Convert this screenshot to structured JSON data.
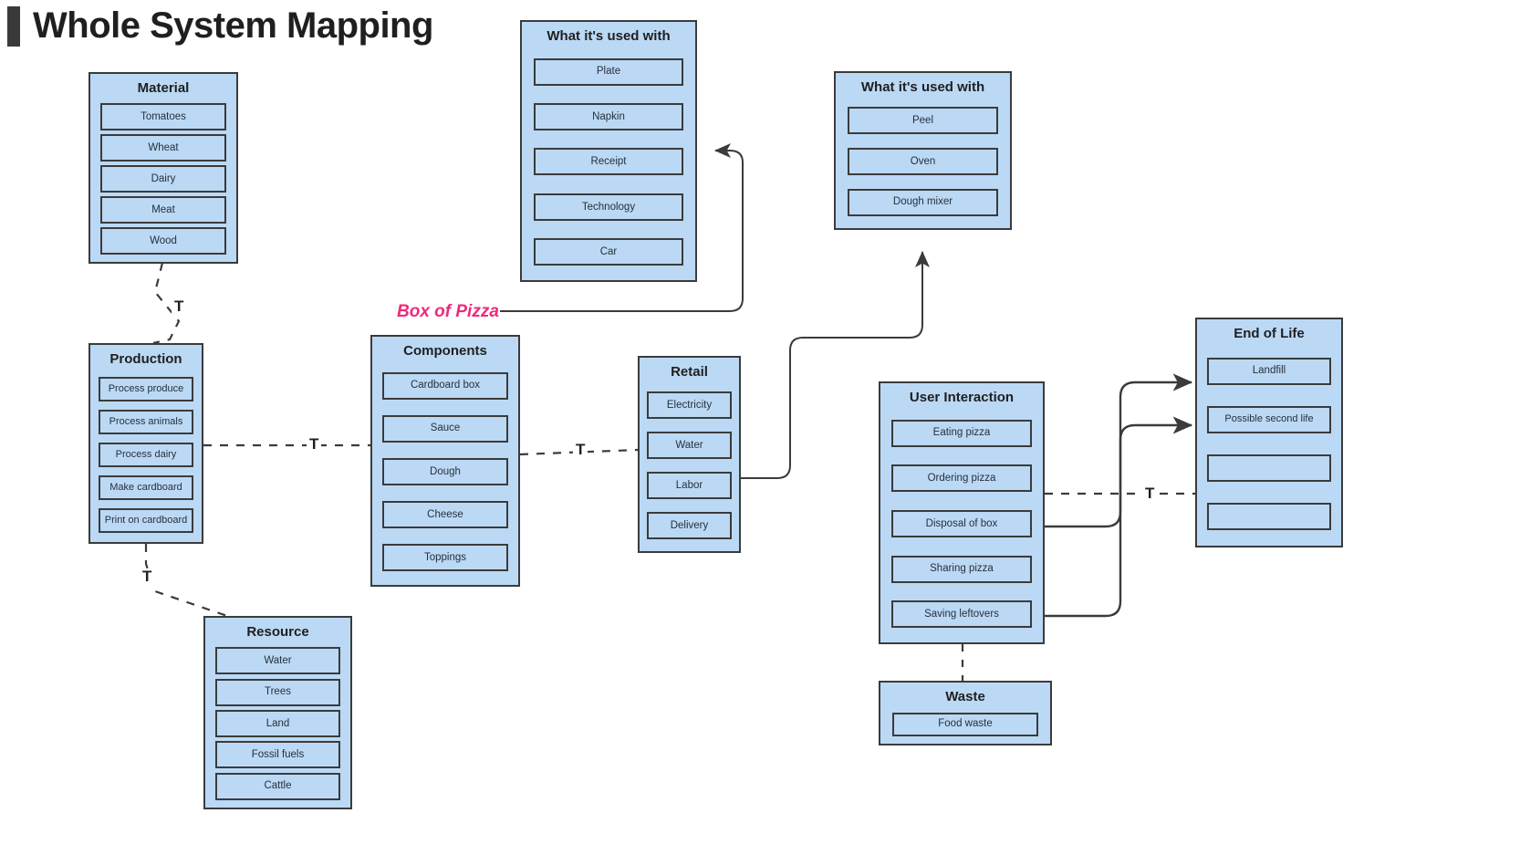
{
  "page": {
    "title": "Whole System Mapping",
    "background_color": "#ffffff",
    "box_fill": "#bbd9f5",
    "box_stroke": "#3b3b3b",
    "accent_color": "#ef2a7b"
  },
  "groups": {
    "material": {
      "title": "Material",
      "items": [
        "Tomatoes",
        "Wheat",
        "Dairy",
        "Meat",
        "Wood"
      ]
    },
    "used_with_table": {
      "title": "What it's used with",
      "items": [
        "Plate",
        "Napkin",
        "Receipt",
        "Technology",
        "Car"
      ]
    },
    "used_with_kitchen": {
      "title": "What it's used with",
      "items": [
        "Peel",
        "Oven",
        "Dough mixer"
      ]
    },
    "production": {
      "title": "Production",
      "items": [
        "Process produce",
        "Process animals",
        "Process dairy",
        "Make cardboard",
        "Print on cardboard"
      ]
    },
    "components": {
      "title": "Components",
      "items": [
        "Cardboard box",
        "Sauce",
        "Dough",
        "Cheese",
        "Toppings"
      ]
    },
    "retail": {
      "title": "Retail",
      "items": [
        "Electricity",
        "Water",
        "Labor",
        "Delivery"
      ]
    },
    "user_interaction": {
      "title": "User Interaction",
      "items": [
        "Eating pizza",
        "Ordering pizza",
        "Disposal of box",
        "Sharing pizza",
        "Saving leftovers"
      ]
    },
    "end_of_life": {
      "title": "End of Life",
      "items": [
        "Landfill",
        "Possible second life",
        "",
        ""
      ]
    },
    "resource": {
      "title": "Resource",
      "items": [
        "Water",
        "Trees",
        "Land",
        "Fossil fuels",
        "Cattle"
      ]
    },
    "waste": {
      "title": "Waste",
      "items": [
        "Food waste"
      ]
    }
  },
  "edge_labels": {
    "box_of_pizza": "Box of Pizza",
    "t1": "T",
    "t2": "T",
    "t3": "T",
    "t4": "T",
    "t5": "T",
    "t6": "T"
  }
}
